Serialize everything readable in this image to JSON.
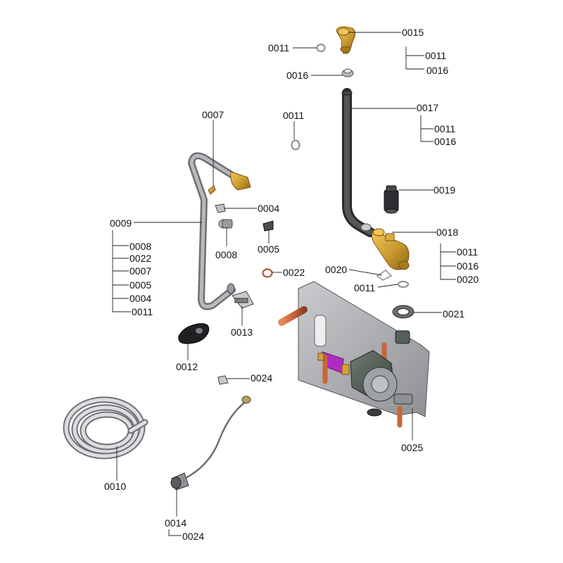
{
  "colors": {
    "brass": "#c99a2e",
    "copper": "#c8643a",
    "pipe_grey": "#9a9ca0",
    "hose_black": "#3a3a3c",
    "plate_grey": "#a7a9ad",
    "pump_green": "#4f5a52",
    "accent_magenta": "#b02cc0"
  },
  "labels": {
    "p0015": "0015",
    "p0011_a": "0011",
    "p0011_b": "0011",
    "p0016_a": "0016",
    "p0016_b": "0016",
    "p0017": "0017",
    "p0011_c": "0011",
    "p0016_c": "0016",
    "p0011_d": "0011",
    "p0007_top": "0007",
    "p0019": "0019",
    "p0004_mid": "0004",
    "p0009": "0009",
    "p0018": "0018",
    "p0008_mid": "0008",
    "p0005_mid": "0005",
    "p0008_list": "0008",
    "p0022_list": "0022",
    "p0007_list": "0007",
    "p0005_list": "0005",
    "p0004_list": "0004",
    "p0011_list": "0011",
    "p0011_e": "0011",
    "p0016_e": "0016",
    "p0020_a": "0020",
    "p0022_mid": "0022",
    "p0020_b": "0020",
    "p0011_f": "0011",
    "p0021": "0021",
    "p0013": "0013",
    "p0012": "0012",
    "p0024_mid": "0024",
    "p0025": "0025",
    "p0010": "0010",
    "p0014": "0014",
    "p0024_bottom": "0024"
  }
}
